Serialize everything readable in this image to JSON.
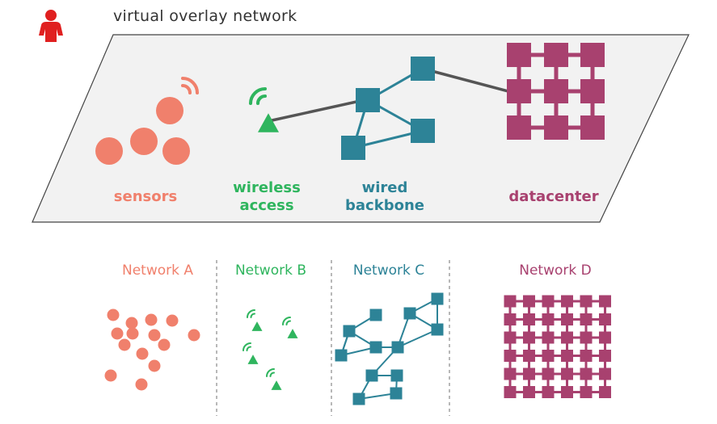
{
  "overlay": {
    "title": "virtual overlay network",
    "user_icon": "person-icon",
    "labels": {
      "sensors": "sensors",
      "wireless_line1": "wireless",
      "wireless_line2": "access",
      "wired_line1": "wired",
      "wired_line2": "backbone",
      "datacenter": "datacenter"
    }
  },
  "networks": [
    {
      "label": "Network A"
    },
    {
      "label": "Network B"
    },
    {
      "label": "Network C"
    },
    {
      "label": "Network D"
    }
  ],
  "colors": {
    "sensors": "#f0806c",
    "wireless": "#2fb55e",
    "wired": "#2d8397",
    "datacenter": "#a8416f",
    "person": "#e02020",
    "plane_fill": "#f2f2f2",
    "plane_stroke": "#444444",
    "link": "#555555",
    "divider": "#888888"
  }
}
